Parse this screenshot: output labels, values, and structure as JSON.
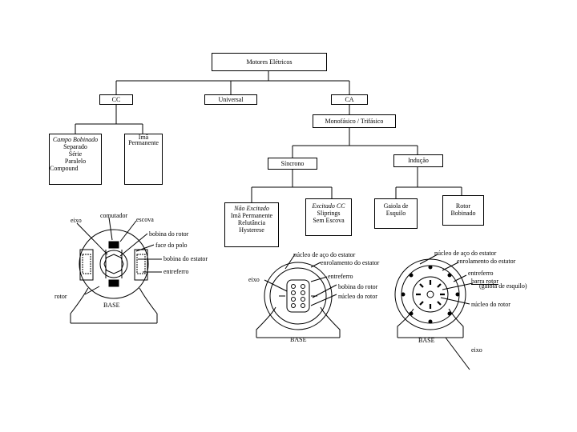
{
  "tree": {
    "root": "Motores Elétricos",
    "cc": "CC",
    "universal": "Universal",
    "ca": "CA",
    "mono_tri": "Monofásico / Trifásico",
    "campo_bobinado": {
      "title": "Campo Bobinado",
      "items": [
        "Separado",
        "Série",
        "Paralelo",
        "Compound"
      ]
    },
    "ima_permanente": [
      "Imã",
      "Permanente"
    ],
    "sincrono": "Síncrono",
    "inducao": "Indução",
    "nao_excitado": {
      "title": "Não Excitado",
      "items": [
        "Imã Permanente",
        "Relutância",
        "Hysterese"
      ]
    },
    "excitado_cc": {
      "title": "Excitado CC",
      "items": [
        "Sliprings",
        "Sem Escova"
      ]
    },
    "gaiola_esquilo": [
      "Gaiola de",
      "Esquilo"
    ],
    "rotor_bobinado": [
      "Rotor",
      "Bobinado"
    ]
  },
  "dc_motor": {
    "eixo": "eixo",
    "comutador": "comutador",
    "escova": "escova",
    "bobina_rotor": "bobina do rotor",
    "face_polo": "face do polo",
    "bobina_estator": "bobina do estator",
    "entreferro": "entreferro",
    "rotor": "rotor",
    "base": "BASE"
  },
  "sync_motor": {
    "nucleo_estator": "núcleo de aço do estator",
    "enrolamento_estator": "enrolamento do estator",
    "eixo": "eixo",
    "entreferro": "entreferro",
    "bobina_rotor": "bobina do rotor",
    "nucleo_rotor": "núcleo do rotor",
    "base": "BASE"
  },
  "induction_motor": {
    "nucleo_estator": "núcleo de aço do estator",
    "enrolamento_estator": "enrolamento do estator",
    "entreferro": "entreferro",
    "barra_rotor": "barra rotor",
    "gaiola_esquilo": "(gaiola de esquilo)",
    "nucleo_rotor": "núcleo do rotor",
    "base": "BASE",
    "eixo": "eixo"
  }
}
